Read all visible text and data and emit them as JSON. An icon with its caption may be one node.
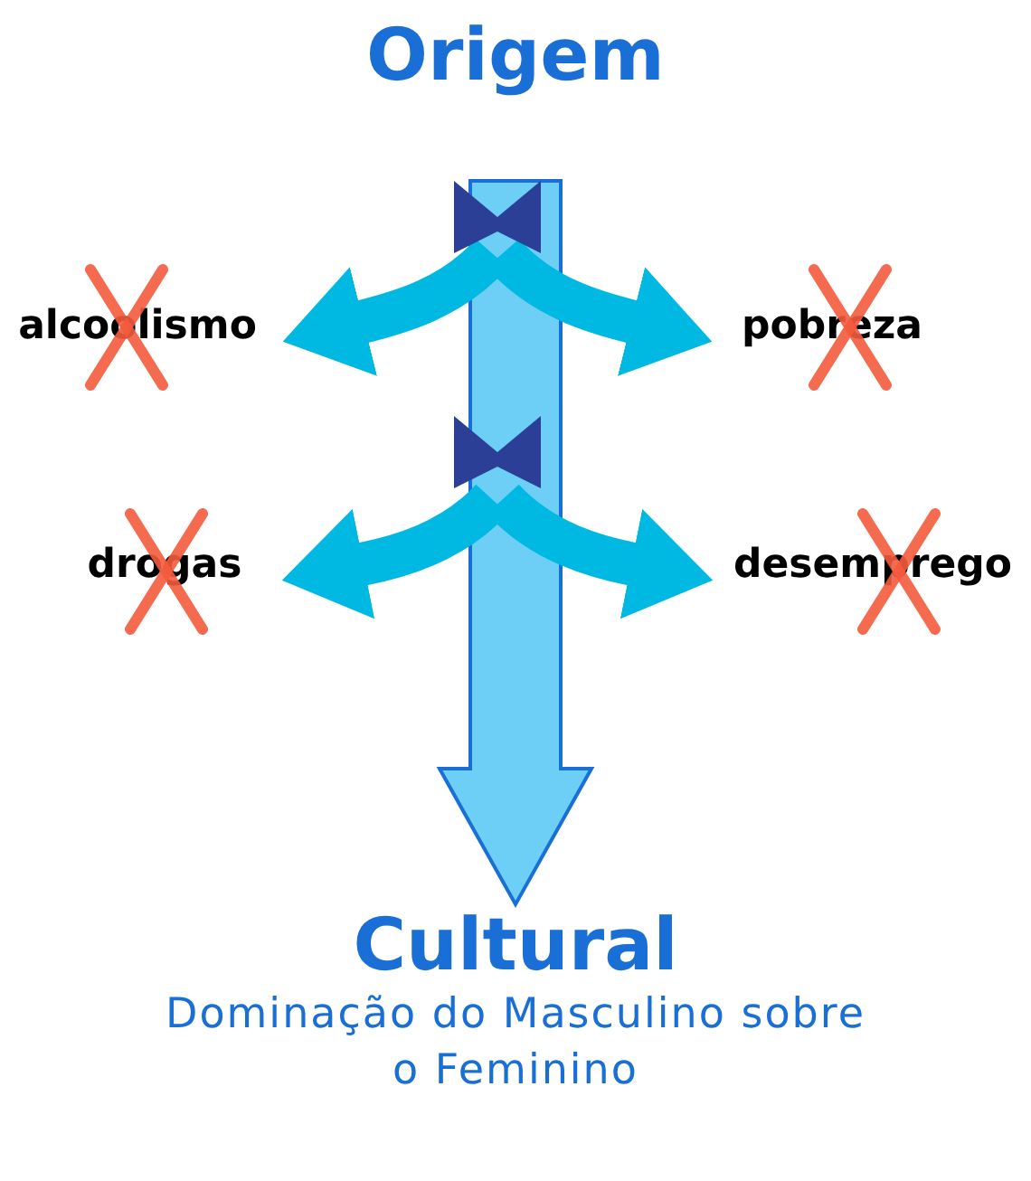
{
  "diagram": {
    "nodes": [
      {
        "text": [
          "Origem"
        ]
      },
      {
        "text": [
          "alcoolismo"
        ]
      },
      {
        "text": [
          "pobreza"
        ]
      },
      {
        "text": [
          "drogas"
        ]
      },
      {
        "text": [
          "desemprego"
        ]
      },
      {
        "text": [
          "Cultural",
          "Dominação do Masculino sobre o Feminino"
        ]
      }
    ],
    "edges": [
      {
        "from": 0,
        "to": 5,
        "arrow": "to",
        "style": "thick",
        "color": "#6dcff6"
      },
      {
        "from": null,
        "to": 1,
        "arrow": "to"
      },
      {
        "from": null,
        "to": 2,
        "arrow": "to"
      },
      {
        "from": null,
        "to": 3,
        "arrow": "to"
      },
      {
        "from": null,
        "to": 4,
        "arrow": "to"
      }
    ]
  }
}
